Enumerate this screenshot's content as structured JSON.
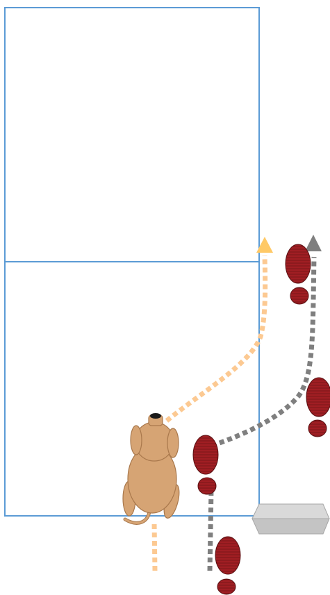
{
  "colors": {
    "background": "#ffffff",
    "rect_stroke": "#5b9bd5",
    "dog_body": "#d6a474",
    "dog_outline": "#a9784c",
    "dog_nose": "#1a1a1a",
    "dog_path": "#fcc992",
    "dog_arrow": "#ffc966",
    "person_path": "#7f7f7f",
    "footprint_fill": "#a01e23",
    "footprint_stroke": "#5a1012",
    "step_top": "#d9d9d9",
    "step_front": "#c4c4c4",
    "step_stroke": "#a6a6a6"
  },
  "elements": {
    "upper_area": "rectangle",
    "lower_area": "rectangle",
    "dog": "dog-top-view-icon",
    "dog_path": "dotted-arrow-orange",
    "person_path": "dotted-arrow-gray",
    "footprints": "footprint-icon",
    "step": "step-block-icon"
  }
}
